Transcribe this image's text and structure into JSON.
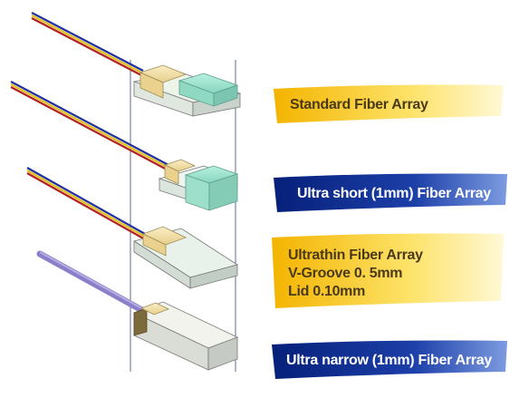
{
  "labels": {
    "standard": "Standard Fiber Array",
    "ultra_short": "Ultra short  (1mm) Fiber Array",
    "ultrathin": {
      "line1": "Ultrathin Fiber Array",
      "line2": "V-Groove  0. 5mm",
      "line3": "Lid  0.10mm"
    },
    "ultra_narrow": "Ultra narrow (1mm) Fiber Array"
  },
  "colors": {
    "banner_yellow": "#f7c400",
    "banner_yellow_light": "#fff6c8",
    "banner_blue": "#0a2d88",
    "banner_blue_light": "#6f8fd8",
    "block_green": "#9fe3cf",
    "lid_tan": "#f1dfa8",
    "fiber_red": "#b32020",
    "fiber_yellow": "#e0c020",
    "fiber_blue": "#2030a0",
    "single_fiber": "#8c7fc9"
  }
}
